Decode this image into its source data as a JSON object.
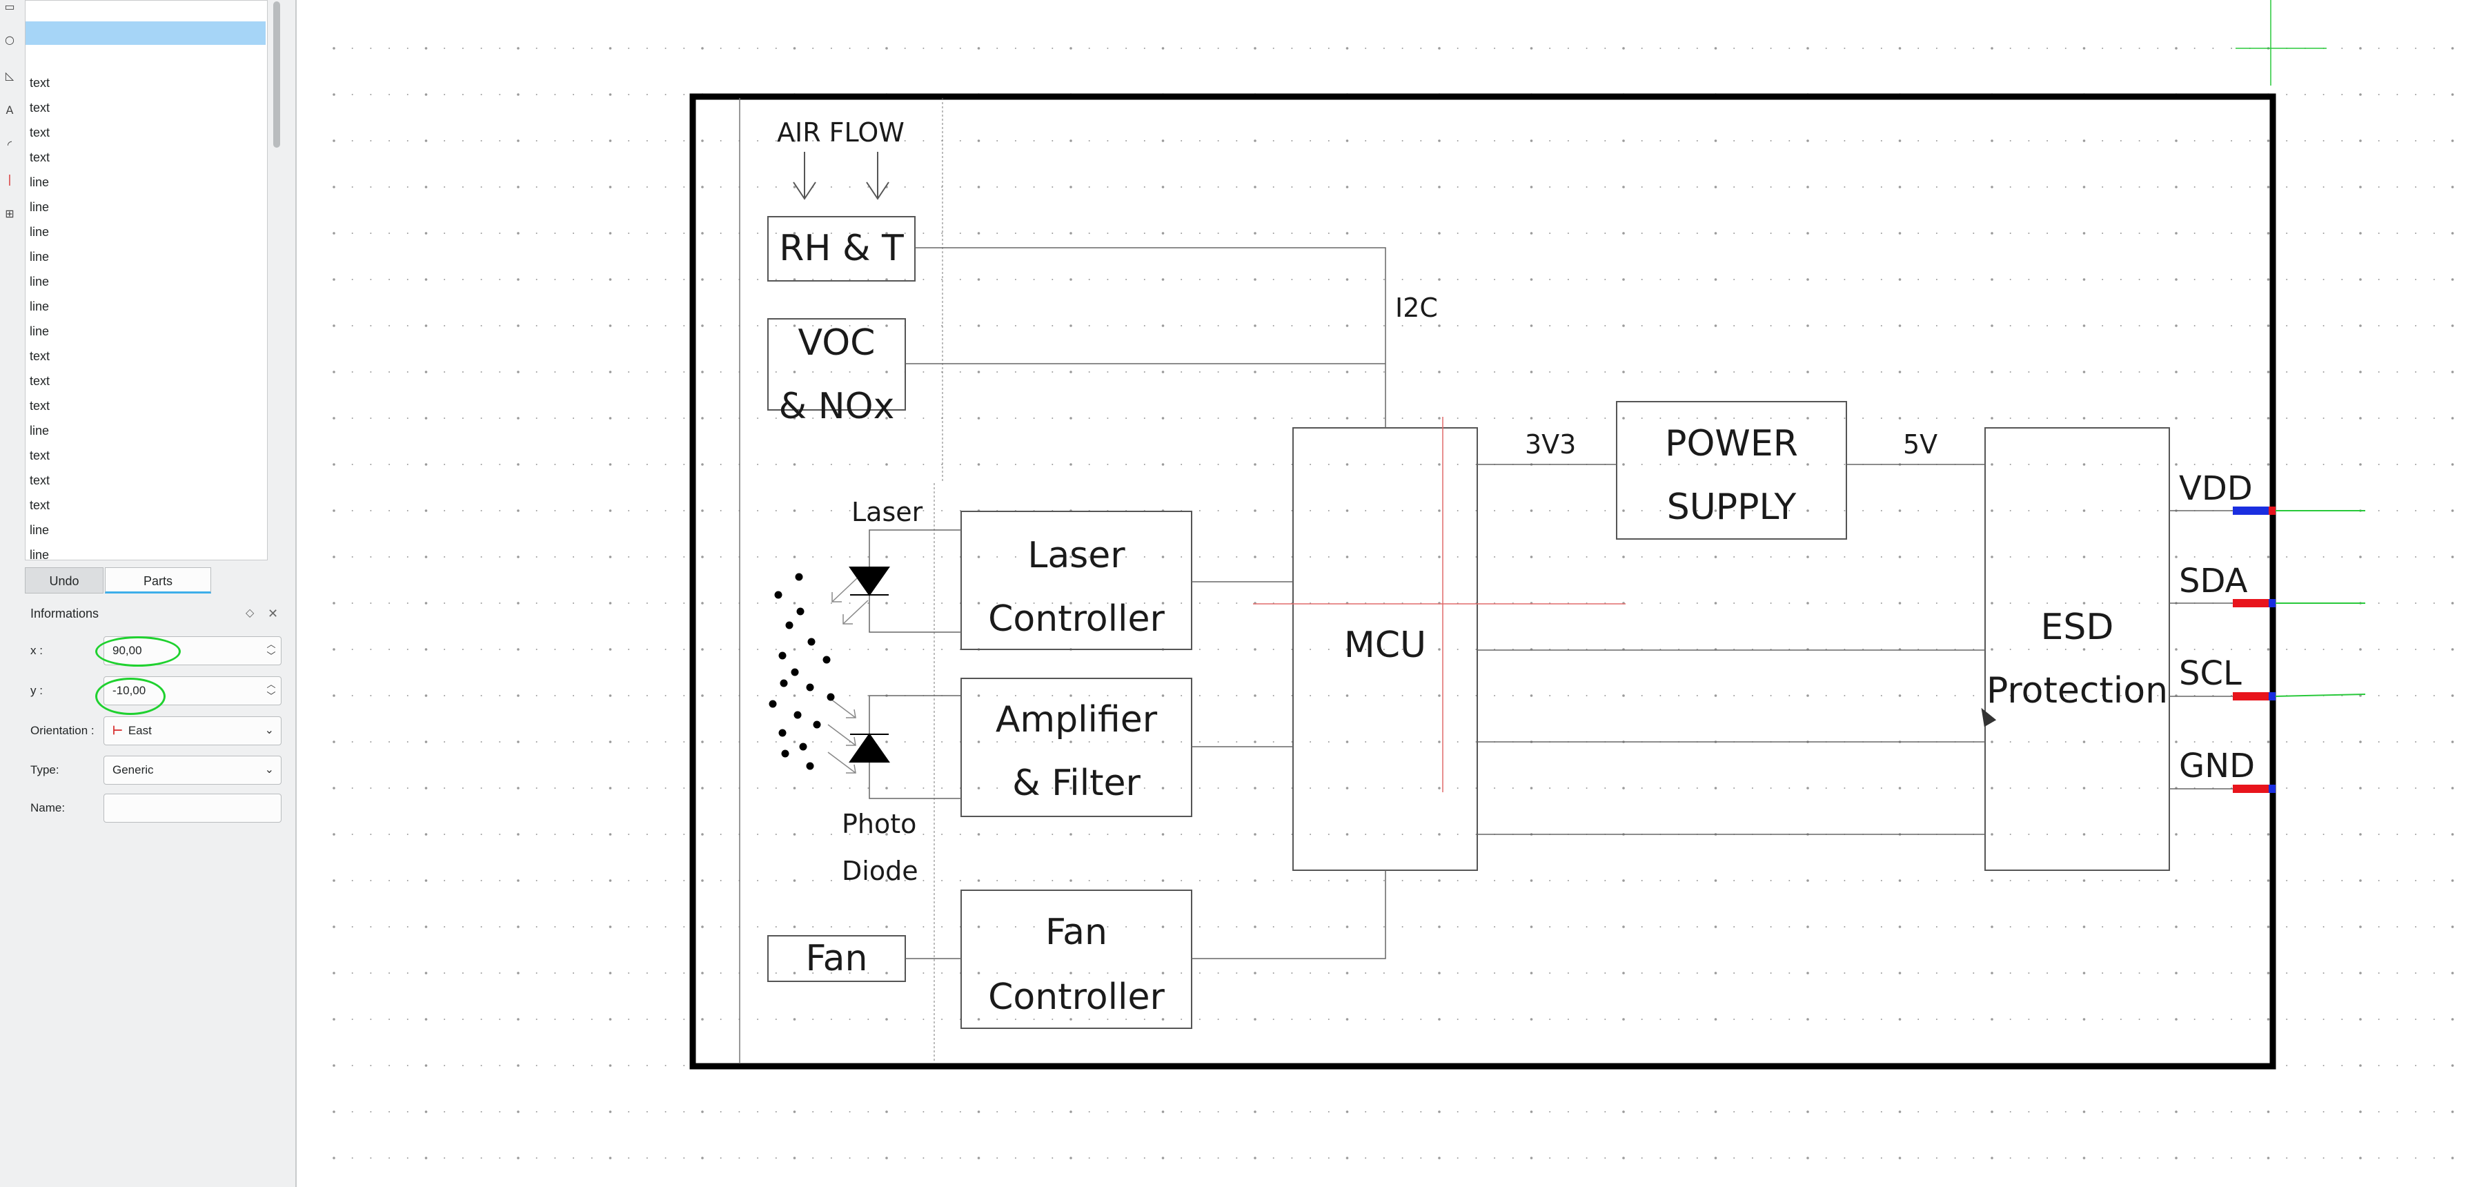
{
  "left_panel": {
    "parts_list": {
      "items": [
        "text",
        "text",
        "text",
        "text",
        "line",
        "line",
        "line",
        "line",
        "line",
        "line",
        "line",
        "text",
        "text",
        "text",
        "line",
        "text",
        "text",
        "text",
        "line",
        "line"
      ]
    },
    "tabs": {
      "undo": "Undo",
      "parts": "Parts"
    },
    "informations": {
      "title": "Informations",
      "x_label": "x :",
      "x_value": "90,00",
      "y_label": "y :",
      "y_value": "-10,00",
      "orientation_label": "Orientation :",
      "orientation_value": "East",
      "type_label": "Type:",
      "type_value": "Generic",
      "name_label": "Name:",
      "name_value": ""
    }
  },
  "diagram": {
    "air_flow": "AIR FLOW",
    "rh_t": "RH & T",
    "voc_1": "VOC",
    "voc_2": "& NOx",
    "i2c": "I2C",
    "laser": "Laser",
    "laser_ctrl_1": "Laser",
    "laser_ctrl_2": "Controller",
    "amp_1": "Amplifier",
    "amp_2": "& Filter",
    "photo_1": "Photo",
    "photo_2": "Diode",
    "fan": "Fan",
    "fan_ctrl_1": "Fan",
    "fan_ctrl_2": "Controller",
    "mcu": "MCU",
    "v3v3": "3V3",
    "power_1": "POWER",
    "power_2": "SUPPLY",
    "v5": "5V",
    "esd_1": "ESD",
    "esd_2": "Protection",
    "vdd": "VDD",
    "sda": "SDA",
    "scl": "SCL",
    "gnd": "GND"
  },
  "colors": {
    "selection": "#a6d5f7",
    "highlight_green": "#1fd12f",
    "terminal_red": "#e8141c",
    "terminal_blue": "#1a2ee0",
    "grid_dot": "#9a9a9a"
  }
}
